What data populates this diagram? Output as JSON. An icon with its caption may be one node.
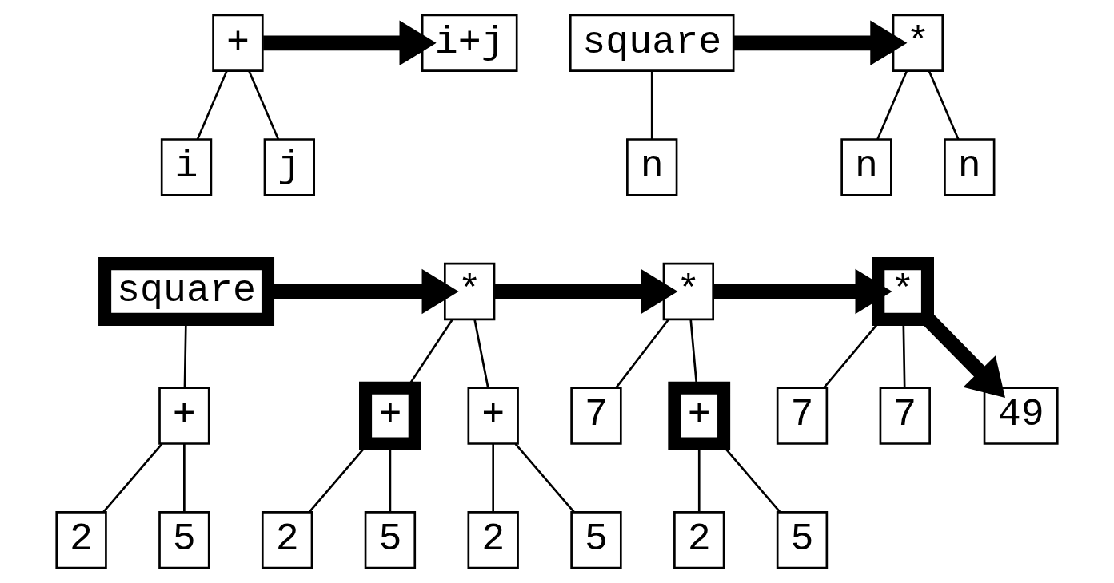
{
  "diagram": {
    "nodes": [
      {
        "text": [
          "+"
        ]
      },
      {
        "text": [
          "i"
        ]
      },
      {
        "text": [
          "j"
        ]
      },
      {
        "text": [
          "i+j"
        ]
      },
      {
        "text": [
          "square"
        ]
      },
      {
        "text": [
          "n"
        ]
      },
      {
        "text": [
          "*"
        ]
      },
      {
        "text": [
          "n"
        ]
      },
      {
        "text": [
          "n"
        ]
      },
      {
        "text": [
          "square"
        ]
      },
      {
        "text": [
          "+"
        ]
      },
      {
        "text": [
          "2"
        ]
      },
      {
        "text": [
          "5"
        ]
      },
      {
        "text": [
          "*"
        ]
      },
      {
        "text": [
          "+"
        ]
      },
      {
        "text": [
          "2"
        ]
      },
      {
        "text": [
          "5"
        ]
      },
      {
        "text": [
          "+"
        ]
      },
      {
        "text": [
          "2"
        ]
      },
      {
        "text": [
          "5"
        ]
      },
      {
        "text": [
          "*"
        ]
      },
      {
        "text": [
          "7"
        ]
      },
      {
        "text": [
          "+"
        ]
      },
      {
        "text": [
          "2"
        ]
      },
      {
        "text": [
          "5"
        ]
      },
      {
        "text": [
          "*"
        ]
      },
      {
        "text": [
          "7"
        ]
      },
      {
        "text": [
          "7"
        ]
      },
      {
        "text": [
          "49"
        ]
      }
    ],
    "edges": [
      {
        "from": 0,
        "to": 1,
        "arrow": "none"
      },
      {
        "from": 0,
        "to": 2,
        "arrow": "none"
      },
      {
        "from": 0,
        "to": 3,
        "arrow": "to",
        "style": "thick"
      },
      {
        "from": 4,
        "to": 5,
        "arrow": "none"
      },
      {
        "from": 4,
        "to": 6,
        "arrow": "to",
        "style": "thick"
      },
      {
        "from": 6,
        "to": 7,
        "arrow": "none"
      },
      {
        "from": 6,
        "to": 8,
        "arrow": "none"
      },
      {
        "from": 9,
        "to": 10,
        "arrow": "none"
      },
      {
        "from": 10,
        "to": 11,
        "arrow": "none"
      },
      {
        "from": 10,
        "to": 12,
        "arrow": "none"
      },
      {
        "from": 9,
        "to": 13,
        "arrow": "to",
        "style": "thick"
      },
      {
        "from": 13,
        "to": 14,
        "arrow": "none"
      },
      {
        "from": 13,
        "to": 17,
        "arrow": "none"
      },
      {
        "from": 14,
        "to": 15,
        "arrow": "none"
      },
      {
        "from": 14,
        "to": 16,
        "arrow": "none"
      },
      {
        "from": 17,
        "to": 18,
        "arrow": "none"
      },
      {
        "from": 17,
        "to": 19,
        "arrow": "none"
      },
      {
        "from": 13,
        "to": 20,
        "arrow": "to",
        "style": "thick"
      },
      {
        "from": 20,
        "to": 21,
        "arrow": "none"
      },
      {
        "from": 20,
        "to": 22,
        "arrow": "none"
      },
      {
        "from": 22,
        "to": 23,
        "arrow": "none"
      },
      {
        "from": 22,
        "to": 24,
        "arrow": "none"
      },
      {
        "from": 20,
        "to": 25,
        "arrow": "to",
        "style": "thick"
      },
      {
        "from": 25,
        "to": 26,
        "arrow": "none"
      },
      {
        "from": 25,
        "to": 27,
        "arrow": "none"
      },
      {
        "from": 25,
        "to": 28,
        "arrow": "to",
        "style": "thick"
      }
    ]
  }
}
